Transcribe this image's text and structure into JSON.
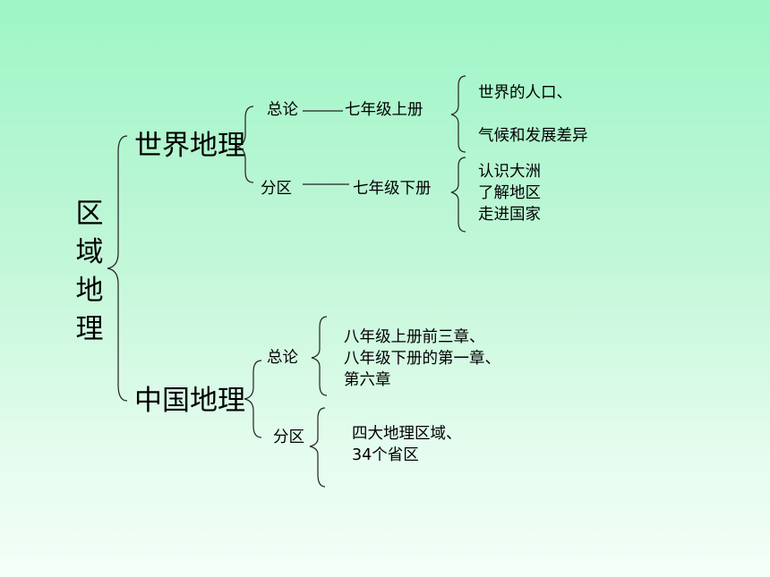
{
  "root": "区\n域\n地\n理",
  "world": {
    "label": "世界地理",
    "general": {
      "label": "总论",
      "book": "七年级上册",
      "content": "世界的人口、\n\n气候和发展差异"
    },
    "regional": {
      "label": "分区",
      "book": "七年级下册",
      "content": "认识大洲\n了解地区\n走进国家"
    }
  },
  "china": {
    "label": "中国地理",
    "general": {
      "label": "总论",
      "content": "八年级上册前三章、\n八年级下册的第一章、\n第六章"
    },
    "regional": {
      "label": "分区",
      "content": "四大地理区域、\n34个省区"
    }
  }
}
